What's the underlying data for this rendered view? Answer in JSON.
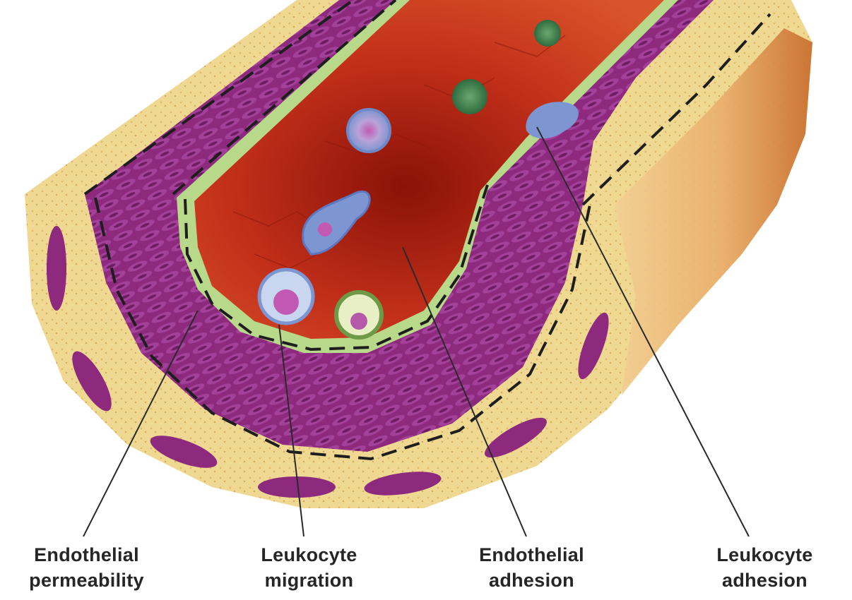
{
  "labels": [
    {
      "line1": "Endothelial",
      "line2": "permeability"
    },
    {
      "line1": "Leukocyte",
      "line2": "migration"
    },
    {
      "line1": "Endothelial",
      "line2": "adhesion"
    },
    {
      "line1": "Leukocyte",
      "line2": "adhesion"
    }
  ],
  "colors": {
    "lumen": "#c8321a",
    "lumen_dark": "#7a0d08",
    "muscle": "#8e2a7e",
    "muscle_light": "#b04aa0",
    "adventitia": "#efd891",
    "intima_band": "#b9d98a",
    "outer_shell": "#e4a45e",
    "leukocyte_blue": "#6f88c8",
    "platelet_green": "#4f8a55"
  }
}
